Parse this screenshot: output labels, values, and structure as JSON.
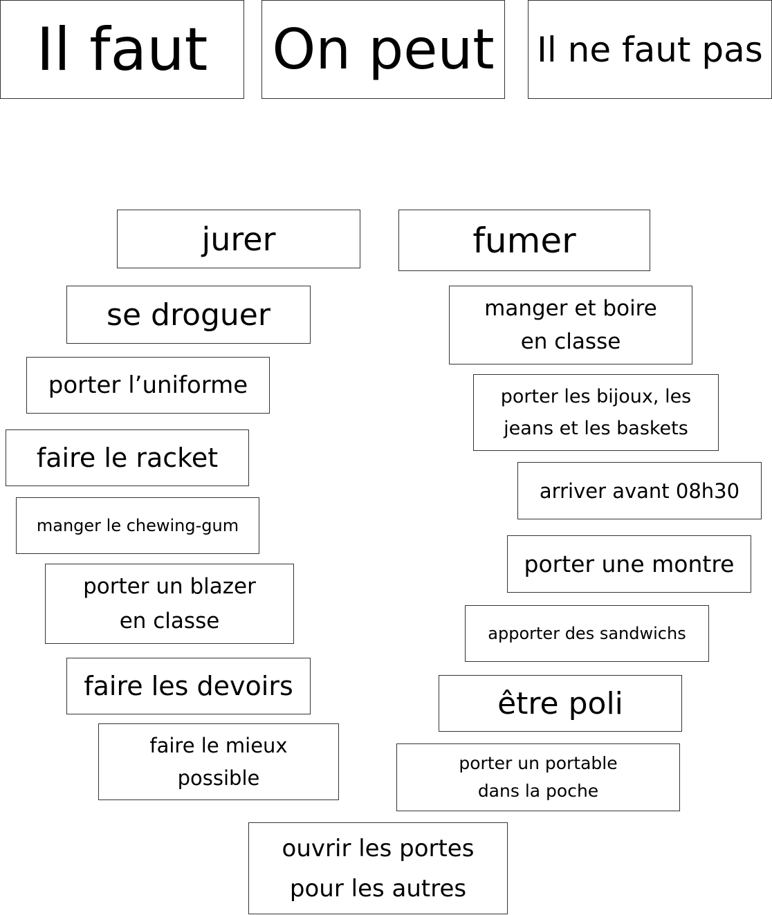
{
  "headings": {
    "il_faut": "Il faut",
    "on_peut": "On peut",
    "il_ne_faut_pas": "Il ne faut pas"
  },
  "cards": {
    "jurer": "jurer",
    "fumer": "fumer",
    "se_droguer": "se droguer",
    "manger_boire": {
      "line1": "manger et boire",
      "line2": "en classe"
    },
    "porter_uniforme": "porter l’uniforme",
    "porter_bijoux": {
      "line1": "porter les bijoux, les",
      "line2": "jeans et les baskets"
    },
    "faire_racket": "faire le racket",
    "arriver_avant": "arriver avant 08h30",
    "chewing_gum": "manger le chewing-gum",
    "porter_montre": "porter une montre",
    "porter_blazer": {
      "line1": "porter un blazer",
      "line2": "en classe"
    },
    "sandwichs": "apporter des sandwichs",
    "faire_devoirs": "faire les devoirs",
    "etre_poli": "être poli",
    "faire_mieux": {
      "line1": "faire le mieux",
      "line2": "possible"
    },
    "portable": {
      "line1": "porter un portable",
      "line2": "dans la poche"
    },
    "ouvrir_portes": {
      "line1": "ouvrir les portes",
      "line2": "pour les autres"
    }
  }
}
